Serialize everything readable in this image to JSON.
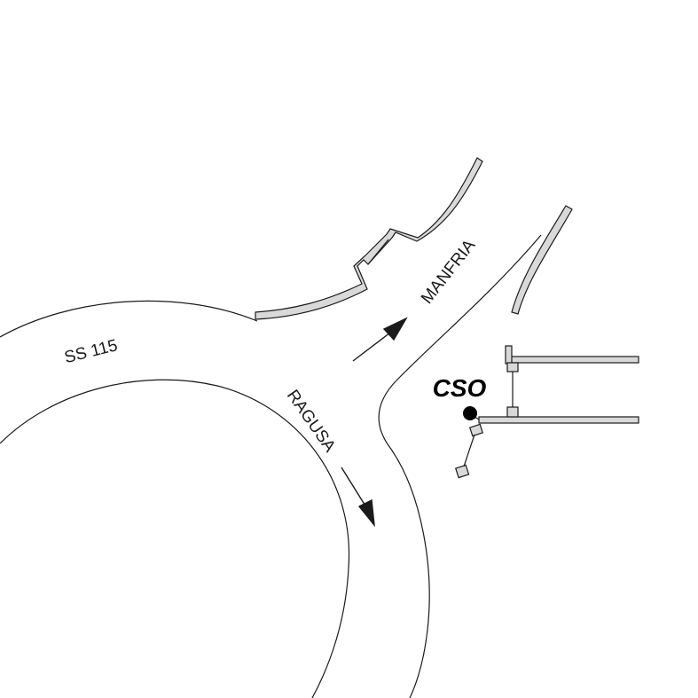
{
  "map": {
    "labels": {
      "road": "SS 115",
      "north_direction": "MANFRIA",
      "south_direction": "RAGUSA",
      "point": "CSO"
    },
    "colors": {
      "road_line": "#1a1a1a",
      "structure_fill": "#d9d9d9",
      "structure_stroke": "#1a1a1a",
      "point": "#000000",
      "background": "#ffffff"
    }
  }
}
